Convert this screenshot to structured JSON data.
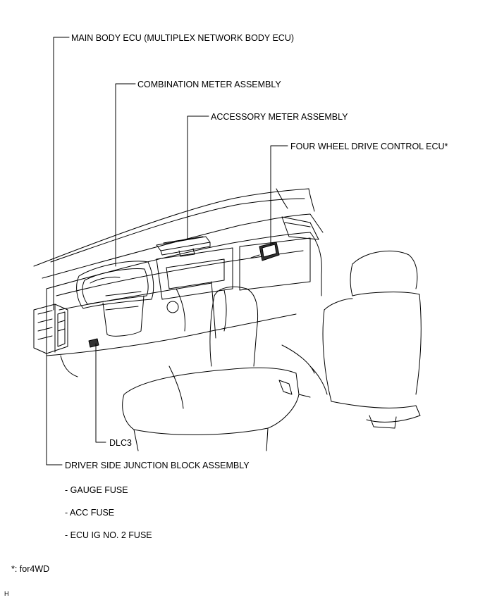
{
  "labels": {
    "main_body_ecu": "MAIN BODY ECU (MULTIPLEX NETWORK BODY ECU)",
    "combination_meter": "COMBINATION METER ASSEMBLY",
    "accessory_meter": "ACCESSORY METER ASSEMBLY",
    "four_wheel_drive_ecu": "FOUR WHEEL DRIVE CONTROL  ECU*",
    "dlc3": "DLC3",
    "driver_side_jb": "DRIVER SIDE JUNCTION BLOCK ASSEMBLY"
  },
  "fuses": [
    "- GAUGE FUSE",
    "- ACC FUSE",
    "- ECU IG NO. 2 FUSE"
  ],
  "footnote": "*: for4WD",
  "corner_code": "H"
}
